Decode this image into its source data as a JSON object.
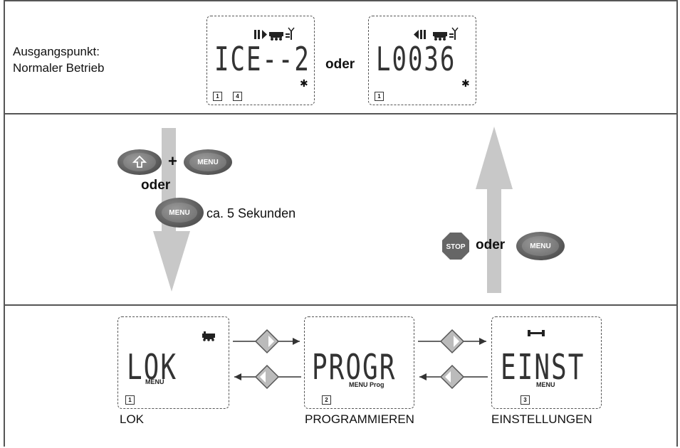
{
  "start": {
    "label_line1": "Ausgangspunkt:",
    "label_line2": "Normaler Betrieb",
    "display1": {
      "text": "ICE--2",
      "keys": [
        "1",
        "4"
      ]
    },
    "or_label": "oder",
    "display2": {
      "text": "L0036",
      "keys": [
        "1"
      ]
    }
  },
  "middle": {
    "key_shift": "shift-icon",
    "plus": "+",
    "menu_label": "MENU",
    "or_label": "oder",
    "hold_label": "ca. 5 Sekunden",
    "stop_label": "STOP",
    "or_label_right": "oder"
  },
  "menu": {
    "items": [
      {
        "display": "LOK",
        "sub": "MENU",
        "key": "1",
        "caption": "LOK"
      },
      {
        "display": "PROGR",
        "sub": "MENU Prog",
        "key": "2",
        "caption": "PROGRAMMIEREN"
      },
      {
        "display": "EINST",
        "sub": "MENU",
        "key": "3",
        "caption": "EINSTELLUNGEN"
      }
    ]
  },
  "colors": {
    "arrow": "#c8c8c8",
    "button": "#6a6a6a",
    "line": "#555555"
  }
}
